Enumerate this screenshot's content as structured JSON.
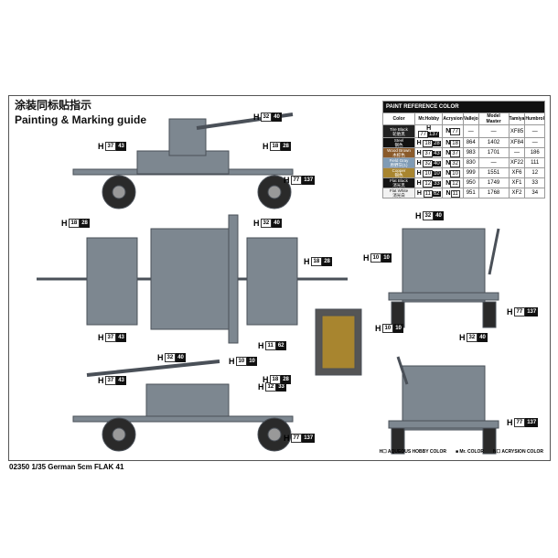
{
  "title_cn": "涂装同标贴指示",
  "title_en": "Painting & Marking guide",
  "paint_table": {
    "caption": "PAINT  REFERENCE COLOR",
    "headers": [
      "Color",
      "Mr.Hobby",
      "Acrysion",
      "Vallejo",
      "Model Master",
      "Tamiya",
      "Humbrol"
    ],
    "rows": [
      {
        "name": "Tire Black",
        "cn": "轮胎黑",
        "swatch": "#222222",
        "h": "77",
        "hc": "137",
        "n": "77",
        "vallejo": "—",
        "mm": "—",
        "tamiya": "XF85",
        "humbrol": "—"
      },
      {
        "name": "Steel",
        "cn": "钢色",
        "swatch": "#111111",
        "h": "18",
        "hc": "28",
        "n": "18",
        "vallejo": "864",
        "mm": "1402",
        "tamiya": "XF84",
        "humbrol": "—"
      },
      {
        "name": "Wood Brown",
        "cn": "木棕色",
        "swatch": "#8a5a2a",
        "h": "37",
        "hc": "43",
        "n": "37",
        "vallejo": "983",
        "mm": "1701",
        "tamiya": "—",
        "humbrol": "186"
      },
      {
        "name": "Field Gray",
        "cn": "原野灰(1)",
        "swatch": "#7f9bb5",
        "h": "32",
        "hc": "40",
        "n": "32",
        "vallejo": "830",
        "mm": "—",
        "tamiya": "XF22",
        "humbrol": "111"
      },
      {
        "name": "Copper",
        "cn": "铜色",
        "swatch": "#a8852f",
        "h": "10",
        "hc": "10",
        "n": "10",
        "vallejo": "999",
        "mm": "1551",
        "tamiya": "XF6",
        "humbrol": "12"
      },
      {
        "name": "Flat Black",
        "cn": "消光黑",
        "swatch": "#151515",
        "h": "12",
        "hc": "33",
        "n": "12",
        "vallejo": "950",
        "mm": "1749",
        "tamiya": "XF1",
        "humbrol": "33"
      },
      {
        "name": "Flat White",
        "cn": "消光白",
        "swatch": "#f2f2f2",
        "h": "11",
        "hc": "62",
        "n": "11",
        "vallejo": "951",
        "mm": "1768",
        "tamiya": "XF2",
        "humbrol": "34"
      }
    ]
  },
  "callouts": [
    {
      "h": "32",
      "c": "40"
    },
    {
      "h": "37",
      "c": "43"
    },
    {
      "h": "18",
      "c": "28"
    },
    {
      "h": "77",
      "c": "137"
    },
    {
      "h": "18",
      "c": "28"
    },
    {
      "h": "32",
      "c": "40"
    },
    {
      "h": "18",
      "c": "28"
    },
    {
      "h": "10",
      "c": "10"
    },
    {
      "h": "32",
      "c": "40"
    },
    {
      "h": "77",
      "c": "137"
    },
    {
      "h": "37",
      "c": "43"
    },
    {
      "h": "10",
      "c": "10"
    },
    {
      "h": "11",
      "c": "62"
    },
    {
      "h": "12",
      "c": "33"
    },
    {
      "h": "32",
      "c": "40"
    },
    {
      "h": "10",
      "c": "10"
    },
    {
      "h": "18",
      "c": "28"
    },
    {
      "h": "37",
      "c": "43"
    },
    {
      "h": "32",
      "c": "40"
    },
    {
      "h": "77",
      "c": "137"
    },
    {
      "h": "77",
      "c": "137"
    }
  ],
  "legend": [
    "H☐ AQUEOUS HOBBY COLOR",
    "■ Mr. COLOR",
    "N☐ ACRYSION COLOR"
  ],
  "footer": "02350 1/35 German 5cm FLAK 41"
}
